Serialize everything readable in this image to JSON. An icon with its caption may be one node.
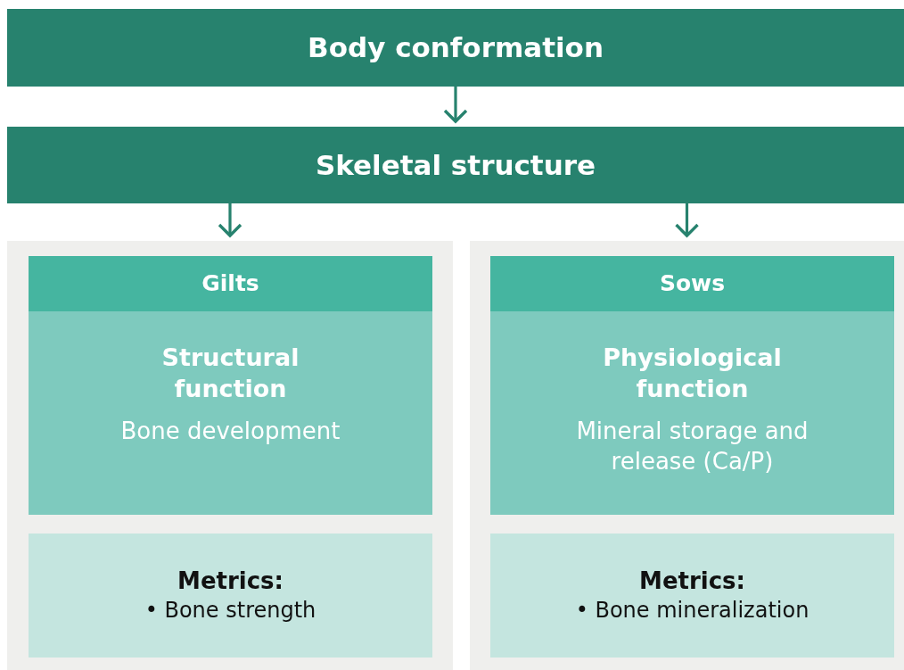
{
  "diagram": {
    "nodes": [
      {
        "text": [
          "Body conformation"
        ]
      },
      {
        "text": [
          "Skeletal structure"
        ]
      },
      {
        "text": [],
        "shape": "box"
      },
      {
        "text": [
          "Gilts"
        ],
        "in": 2
      },
      {
        "text": [
          "Structural function",
          "Bone development"
        ],
        "in": 2
      },
      {
        "text": [
          "Metrics:",
          "• Bone strength"
        ],
        "in": 2
      },
      {
        "text": [],
        "shape": "box"
      },
      {
        "text": [
          "Sows"
        ],
        "in": 6
      },
      {
        "text": [
          "Physiological function",
          "Mineral storage and release (Ca/P)"
        ],
        "in": 6
      },
      {
        "text": [
          "Metrics:",
          "• Bone mineralization"
        ],
        "in": 6
      }
    ],
    "edges": [
      {
        "from": 0,
        "to": 1,
        "arrow": "to"
      },
      {
        "from": 1,
        "to": 2,
        "arrow": "to"
      },
      {
        "from": 1,
        "to": 6,
        "arrow": "to"
      }
    ]
  }
}
